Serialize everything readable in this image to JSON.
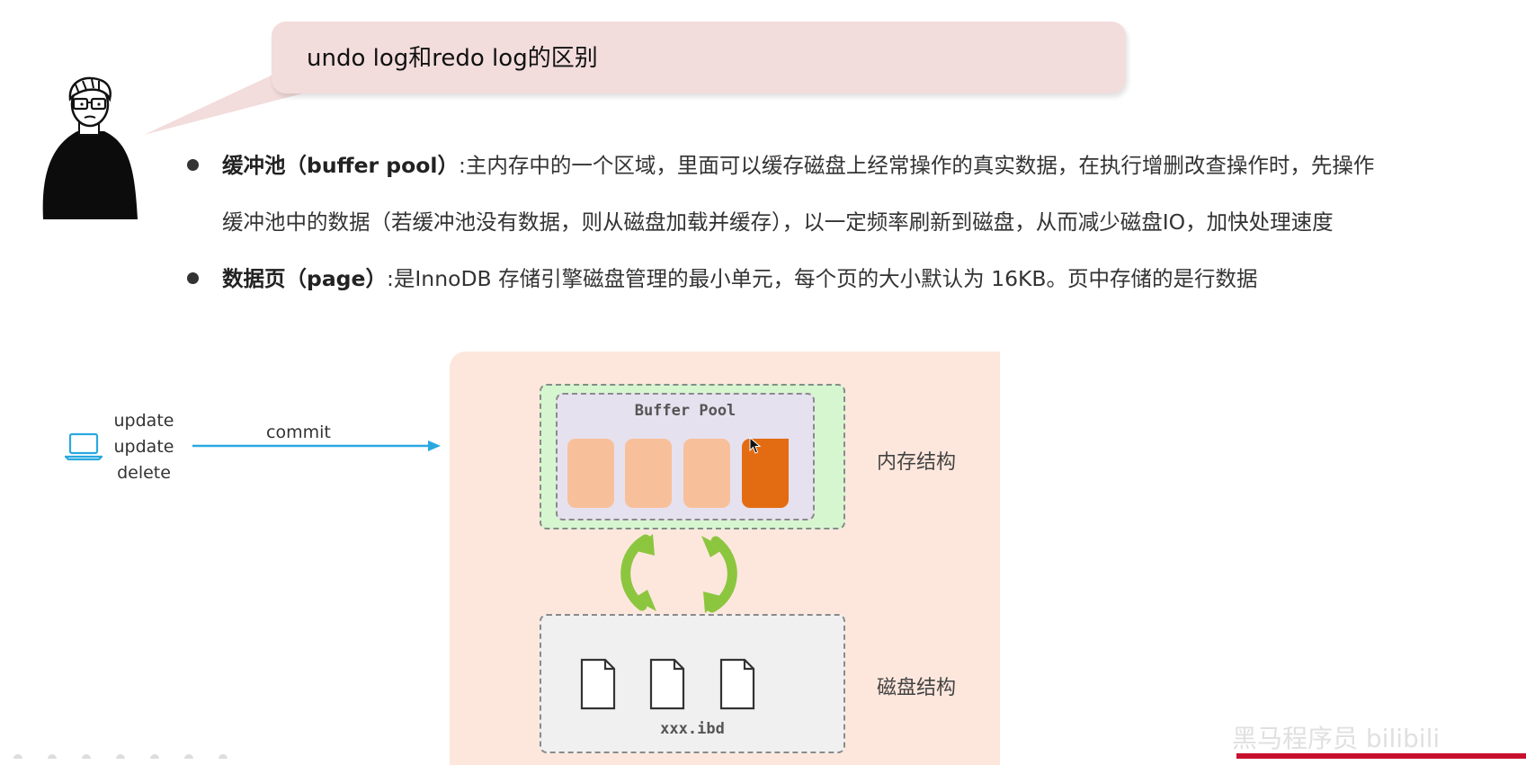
{
  "bubble": {
    "title": "undo log和redo log的区别"
  },
  "bullets": [
    {
      "term": "缓冲池（buffer pool）",
      "line1": ":主内存中的一个区域，里面可以缓存磁盘上经常操作的真实数据，在执行增删改查操作时，先操作",
      "line2": "缓冲池中的数据（若缓冲池没有数据，则从磁盘加载并缓存），以一定频率刷新到磁盘，从而减少磁盘IO，加快处理速度"
    },
    {
      "term": "数据页（page）",
      "line1": ":是InnoDB 存储引擎磁盘管理的最小单元，每个页的大小默认为 16KB。页中存储的是行数据"
    }
  ],
  "diagram": {
    "operations": [
      "update",
      "update",
      "delete"
    ],
    "commit_label": "commit",
    "buffer_pool_label": "Buffer Pool",
    "memory_label": "内存结构",
    "disk_label": "磁盘结构",
    "file_label": "xxx.ibd",
    "colors": {
      "panel": "#fde7dd",
      "memory_box": "#d6f6cf",
      "buffer_pool": "#e6e1ef",
      "page": "#f8c09a",
      "page_active": "#e36c12",
      "arrow": "#29a8e0",
      "cycle_arrows": "#8cc63f"
    }
  },
  "watermark": "黑马程序员 bilibili"
}
